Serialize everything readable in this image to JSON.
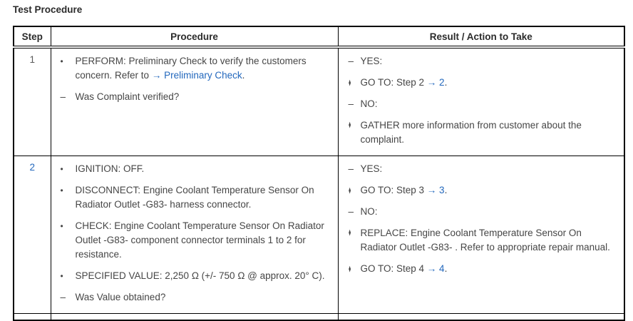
{
  "page": {
    "title": "Test Procedure"
  },
  "colors": {
    "text": "#464646",
    "link": "#2368bd",
    "border": "#000000",
    "background": "#ffffff"
  },
  "table": {
    "headers": [
      "Step",
      "Procedure",
      "Result / Action to Take"
    ],
    "markers": {
      "bullet": "•",
      "dash": "–",
      "diamond": "♦"
    },
    "rows": [
      {
        "step": {
          "text": "1",
          "link": false
        },
        "procedure": [
          {
            "marker": "bullet",
            "segments": [
              {
                "text": "PERFORM: Preliminary Check to verify the customers concern. Refer to ",
                "link": false
              },
              {
                "text": "→ Preliminary Check",
                "link": true
              },
              {
                "text": ".",
                "link": false
              }
            ]
          },
          {
            "marker": "dash",
            "segments": [
              {
                "text": "Was Complaint verified?",
                "link": false
              }
            ]
          }
        ],
        "result": [
          {
            "marker": "dash",
            "segments": [
              {
                "text": "YES:",
                "link": false
              }
            ]
          },
          {
            "marker": "diamond",
            "segments": [
              {
                "text": "GO TO: Step 2 ",
                "link": false
              },
              {
                "text": "→ 2",
                "link": true
              },
              {
                "text": ".",
                "link": false
              }
            ]
          },
          {
            "marker": "dash",
            "segments": [
              {
                "text": "NO:",
                "link": false
              }
            ]
          },
          {
            "marker": "diamond",
            "segments": [
              {
                "text": "GATHER more information from customer about the complaint.",
                "link": false
              }
            ]
          }
        ]
      },
      {
        "step": {
          "text": "2",
          "link": true
        },
        "procedure": [
          {
            "marker": "bullet",
            "segments": [
              {
                "text": "IGNITION: OFF.",
                "link": false
              }
            ]
          },
          {
            "marker": "bullet",
            "segments": [
              {
                "text": "DISCONNECT: Engine Coolant Temperature Sensor On Radiator Outlet -G83- harness connector.",
                "link": false
              }
            ]
          },
          {
            "marker": "bullet",
            "segments": [
              {
                "text": "CHECK: Engine Coolant Temperature Sensor On Radiator Outlet -G83- component connector terminals 1 to 2 for resistance.",
                "link": false
              }
            ]
          },
          {
            "marker": "bullet",
            "segments": [
              {
                "text": "SPECIFIED VALUE: 2,250 Ω (+/- 750 Ω @ approx. 20° C).",
                "link": false
              }
            ]
          },
          {
            "marker": "dash",
            "segments": [
              {
                "text": "Was Value obtained?",
                "link": false
              }
            ]
          }
        ],
        "result": [
          {
            "marker": "dash",
            "segments": [
              {
                "text": "YES:",
                "link": false
              }
            ]
          },
          {
            "marker": "diamond",
            "segments": [
              {
                "text": "GO TO: Step 3 ",
                "link": false
              },
              {
                "text": "→ 3",
                "link": true
              },
              {
                "text": ".",
                "link": false
              }
            ]
          },
          {
            "marker": "dash",
            "segments": [
              {
                "text": "NO:",
                "link": false
              }
            ]
          },
          {
            "marker": "diamond",
            "segments": [
              {
                "text": "REPLACE: Engine Coolant Temperature Sensor On Radiator Outlet -G83- . Refer to appropriate repair manual.",
                "link": false
              }
            ]
          },
          {
            "marker": "diamond",
            "segments": [
              {
                "text": "GO TO: Step 4 ",
                "link": false
              },
              {
                "text": "→ 4",
                "link": true
              },
              {
                "text": ".",
                "link": false
              }
            ]
          }
        ]
      },
      {
        "step": {
          "text": "",
          "link": false
        },
        "procedure": [],
        "result": []
      }
    ]
  }
}
